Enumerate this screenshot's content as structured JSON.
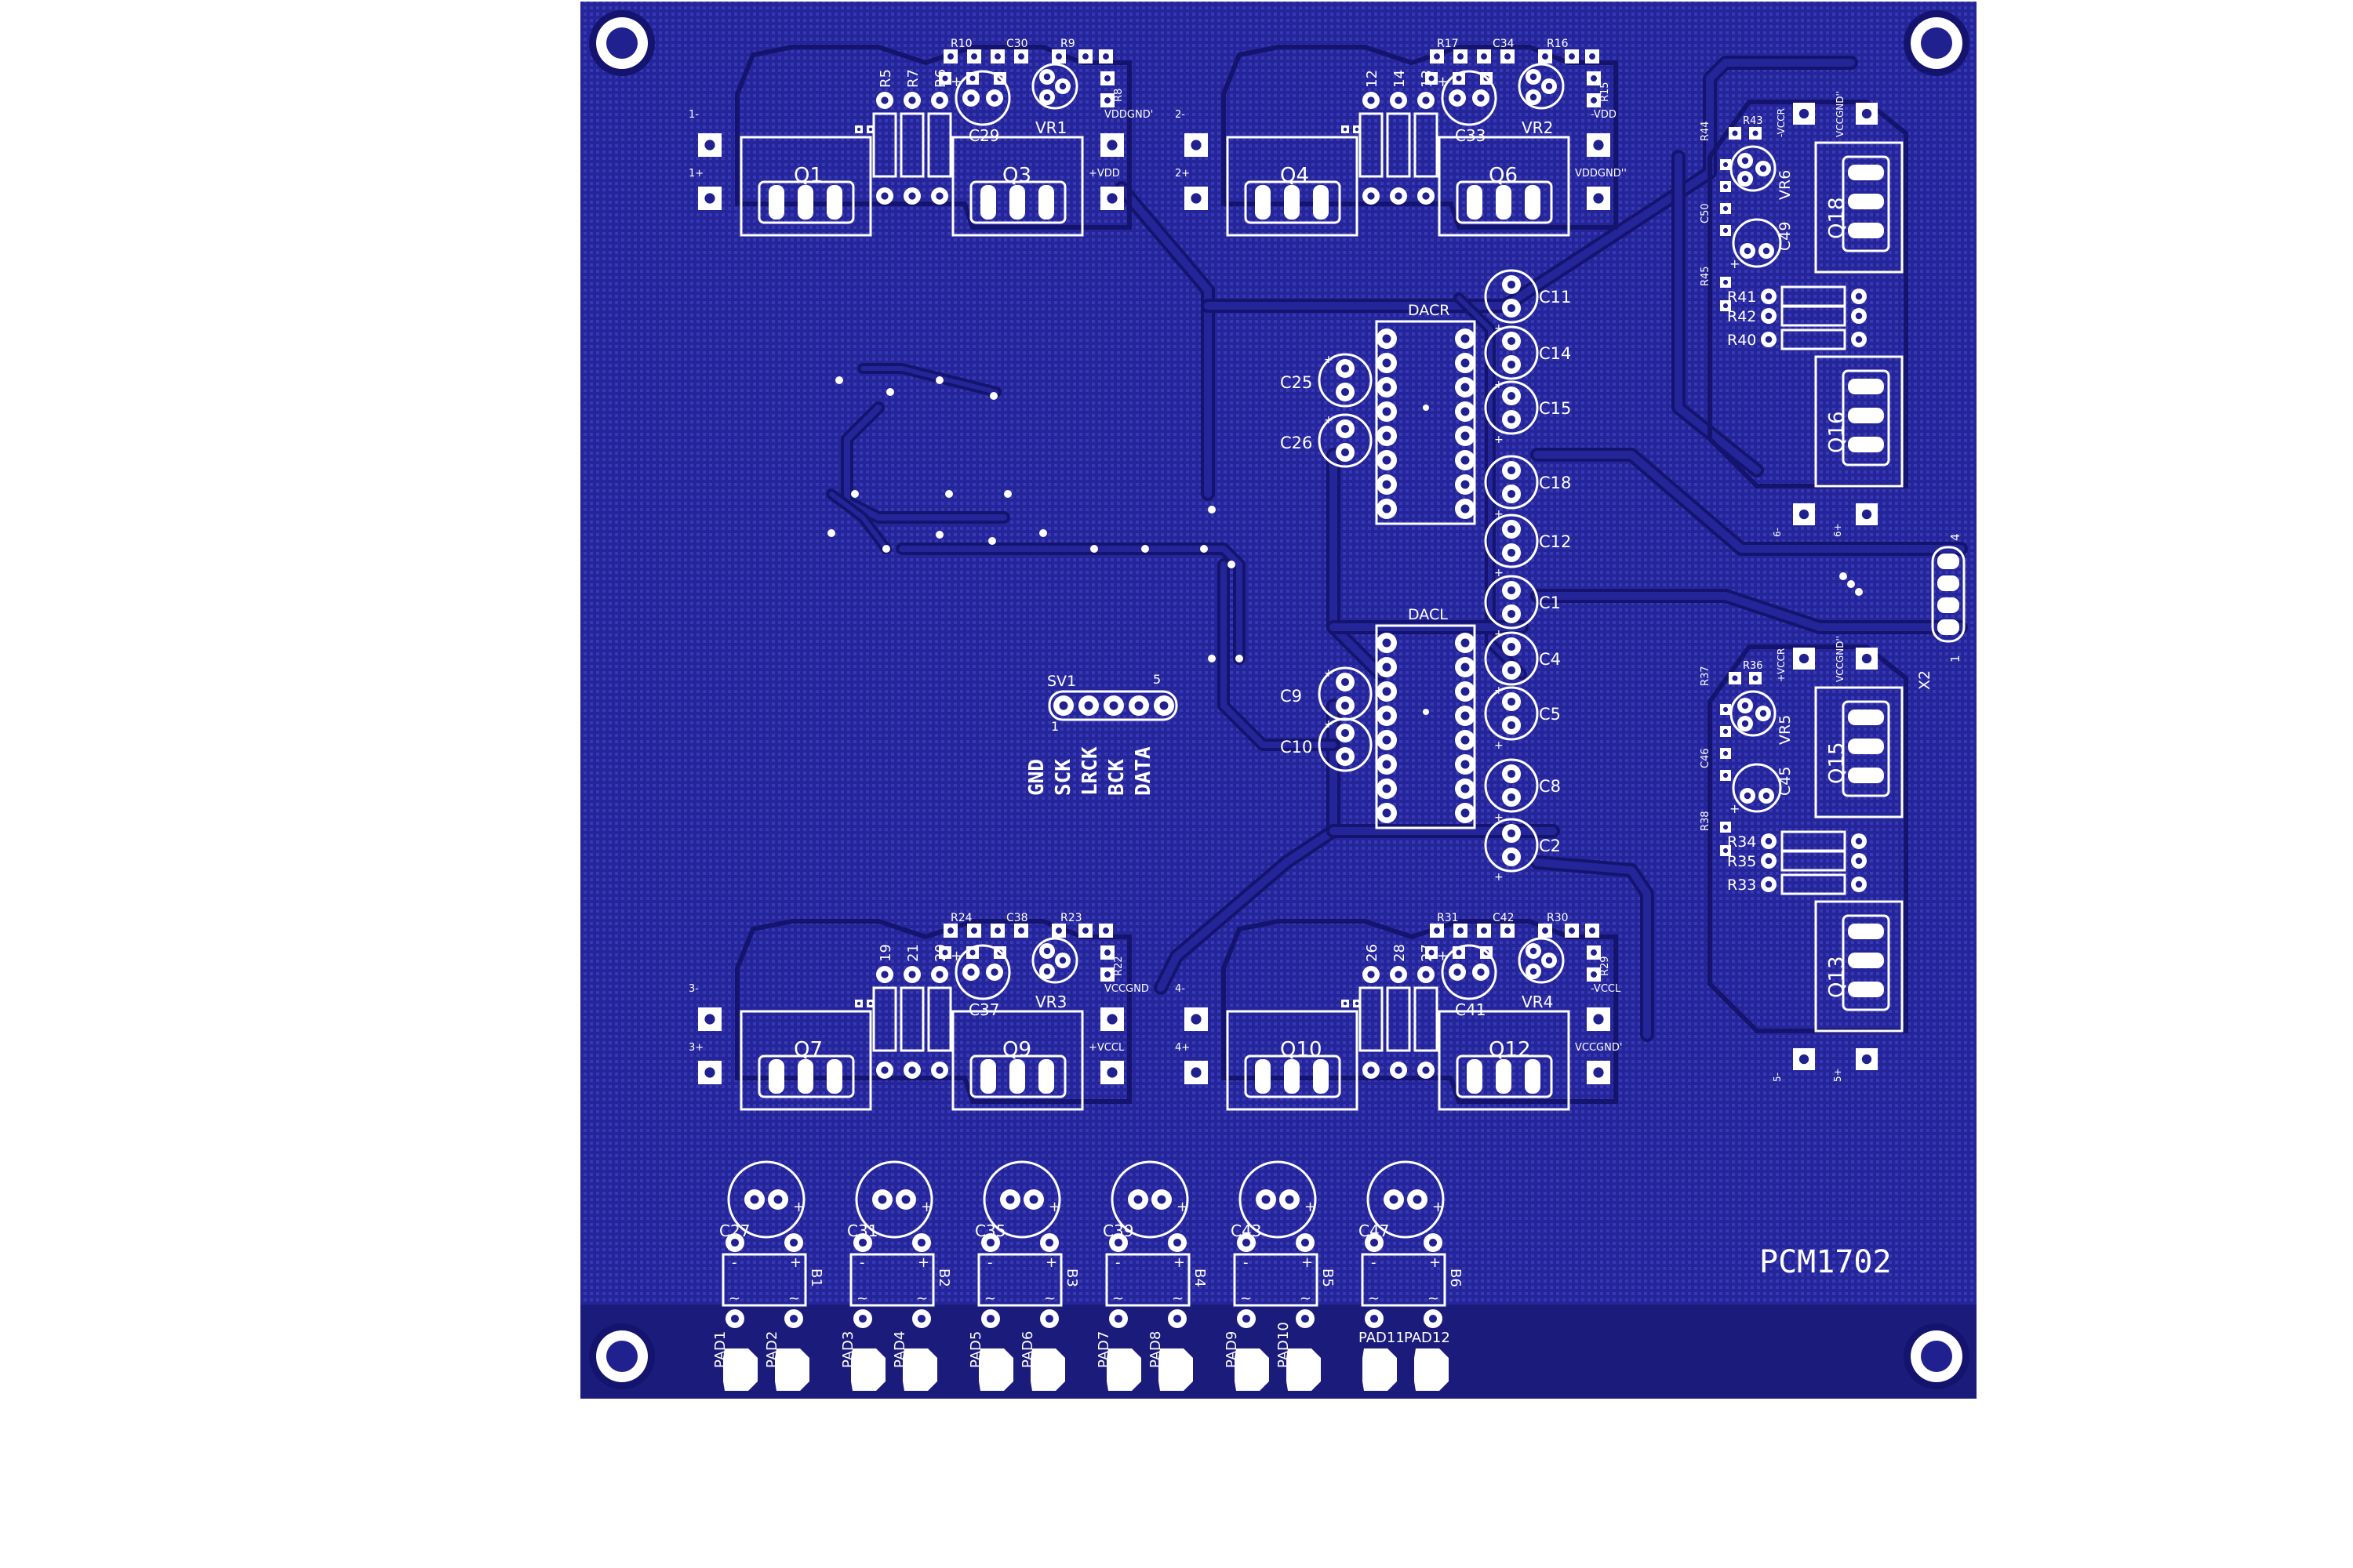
{
  "colors": {
    "background": "#ffffff",
    "board": "#25259a",
    "pour_dot": "#3838b5",
    "trace_outline": "#14146e",
    "bottom_strip": "#1b1b7c",
    "silkscreen": "#ffffff"
  },
  "board": {
    "name": "PCM1702"
  },
  "amp_blocks": [
    {
      "q_left": "Q1",
      "q_right": "Q3",
      "resistors": [
        "R5",
        "R7",
        "R6"
      ],
      "top_left": "R10",
      "top_mid": "C30",
      "top_right": "R9",
      "side": "R8",
      "cap": "C29",
      "vr": "VR1",
      "in_minus": "1-",
      "in_plus": "1+",
      "out_top": "VDDGND'",
      "out_bot": "+VDD"
    },
    {
      "q_left": "Q4",
      "q_right": "Q6",
      "resistors": [
        "12",
        "14",
        "13"
      ],
      "top_left": "R17",
      "top_mid": "C34",
      "top_right": "R16",
      "side": "R15",
      "cap": "C33",
      "vr": "VR2",
      "in_minus": "2-",
      "in_plus": "2+",
      "out_top": "-VDD",
      "out_bot": "VDDGND''"
    },
    {
      "q_left": "Q7",
      "q_right": "Q9",
      "resistors": [
        "19",
        "21",
        "20"
      ],
      "top_left": "R24",
      "top_mid": "C38",
      "top_right": "R23",
      "side": "R22",
      "cap": "C37",
      "vr": "VR3",
      "in_minus": "3-",
      "in_plus": "3+",
      "out_top": "VCCGND",
      "out_bot": "+VCCL"
    },
    {
      "q_left": "Q10",
      "q_right": "Q12",
      "resistors": [
        "26",
        "28",
        "27"
      ],
      "top_left": "R31",
      "top_mid": "C42",
      "top_right": "R30",
      "side": "R29",
      "cap": "C41",
      "vr": "VR4",
      "in_minus": "4-",
      "in_plus": "4+",
      "out_top": "-VCCL",
      "out_bot": "VCCGND'"
    }
  ],
  "right_blocks": [
    {
      "q_top": "Q18",
      "q_bot": "Q16",
      "vr": "VR6",
      "cap": "C49",
      "small_cap": "C50",
      "top_left": "R44",
      "top_mid": "R43",
      "side": "R45",
      "resistors": [
        "R41",
        "R42",
        "R40"
      ],
      "label_top": "-VCCR",
      "label_top2": "VCCGND''",
      "in_minus": "6-",
      "in_plus": "6+"
    },
    {
      "q_top": "Q15",
      "q_bot": "Q13",
      "vr": "VR5",
      "cap": "C45",
      "small_cap": "C46",
      "top_left": "R37",
      "top_mid": "R36",
      "side": "R38",
      "resistors": [
        "R34",
        "R35",
        "R33"
      ],
      "label_top": "+VCCR",
      "label_top2": "VCCGND''",
      "in_minus": "5-",
      "in_plus": "5+"
    }
  ],
  "ics": [
    {
      "name": "DACR"
    },
    {
      "name": "DACL"
    }
  ],
  "dac_caps_right_r": [
    "C11",
    "C14",
    "C15",
    "C18",
    "C12"
  ],
  "dac_caps_left_r": [
    "C25",
    "C26"
  ],
  "dac_caps_right_l": [
    "C1",
    "C4",
    "C5",
    "C8",
    "C2"
  ],
  "dac_caps_left_l": [
    "C9",
    "C10"
  ],
  "header_sv1": {
    "name": "SV1",
    "pin_first": "1",
    "pin_last": "5",
    "signals": [
      "GND",
      "SCK",
      "LRCK",
      "BCK",
      "DATA"
    ]
  },
  "header_x2": {
    "name": "X2",
    "pin_first": "1",
    "pin_last": "4"
  },
  "rectifiers": [
    {
      "cap": "C27",
      "bridge": "B1",
      "pads": [
        "PAD1",
        "PAD2"
      ]
    },
    {
      "cap": "C31",
      "bridge": "B2",
      "pads": [
        "PAD3",
        "PAD4"
      ]
    },
    {
      "cap": "C35",
      "bridge": "B3",
      "pads": [
        "PAD5",
        "PAD6"
      ]
    },
    {
      "cap": "C39",
      "bridge": "B4",
      "pads": [
        "PAD7",
        "PAD8"
      ]
    },
    {
      "cap": "C43",
      "bridge": "B5",
      "pads": [
        "PAD9",
        "PAD10"
      ]
    },
    {
      "cap": "C47",
      "bridge": "B6",
      "pads": [
        "PAD11",
        "PAD12"
      ]
    }
  ],
  "polarity": {
    "plus": "+",
    "minus": "-",
    "ac": "~"
  }
}
